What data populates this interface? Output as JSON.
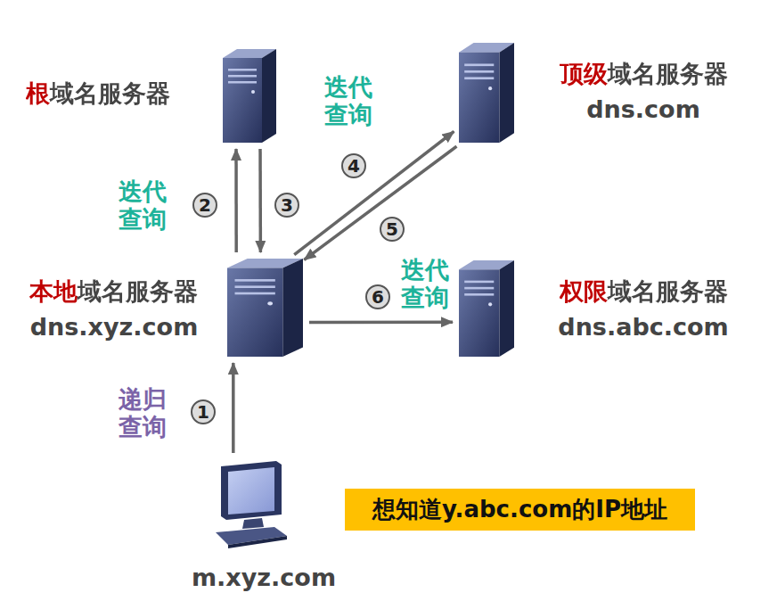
{
  "diagram": {
    "nodes": [
      {
        "text": [
          "根域名服务器"
        ]
      },
      {
        "text": [
          "顶级域名服务器",
          "dns.com"
        ]
      },
      {
        "text": [
          "本地域名服务器",
          "dns.xyz.com"
        ]
      },
      {
        "text": [
          "权限域名服务器",
          "dns.abc.com"
        ]
      },
      {
        "text": [
          "m.xyz.com"
        ]
      },
      {
        "text": [
          "想知道y.abc.com的IP地址"
        ]
      }
    ],
    "edges": [
      {
        "from": 4,
        "to": 2,
        "label": "递归查询",
        "arrow": "to"
      },
      {
        "from": 2,
        "to": 0,
        "label": "迭代查询",
        "arrow": "to"
      },
      {
        "from": 0,
        "to": 2,
        "arrow": "to"
      },
      {
        "from": 2,
        "to": 1,
        "label": "迭代查询",
        "arrow": "to"
      },
      {
        "from": 1,
        "to": 2,
        "arrow": "to"
      },
      {
        "from": 2,
        "to": 3,
        "label": "迭代查询",
        "arrow": "to"
      }
    ],
    "labels": [
      "1",
      "2",
      "3",
      "4",
      "5",
      "6"
    ]
  }
}
